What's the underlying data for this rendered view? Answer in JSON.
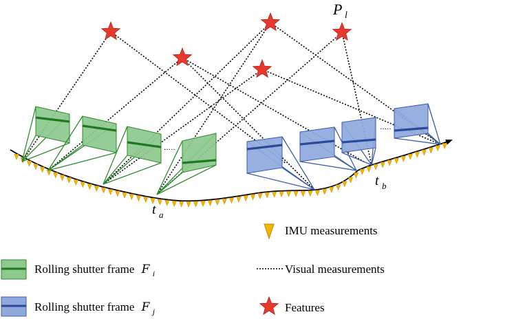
{
  "colors": {
    "green_fill": "#8dc88d",
    "green_edge": "#2e8b2e",
    "green_line": "#1f7a1f",
    "blue_fill": "#8fa9dc",
    "blue_edge": "#3b5ca8",
    "blue_line": "#2a4a9a",
    "feature": "#e8392f",
    "imu": "#f5b400",
    "trajectory": "#000000",
    "visual_line": "#000000"
  },
  "annotations": {
    "landmark_label": "P",
    "landmark_sub": "l",
    "time_a": "t",
    "time_a_sub": "a",
    "time_b": "t",
    "time_b_sub": "b",
    "ellipsis_green": "·····",
    "ellipsis_blue": "·····"
  },
  "legend": {
    "imu": "IMU measurements",
    "visual": "Visual measurements",
    "features": "Features",
    "rs_frame_i_text": "Rolling shutter frame",
    "rs_frame_i_symbol": "F",
    "rs_frame_i_sub": "i",
    "rs_frame_j_text": "Rolling shutter frame",
    "rs_frame_j_symbol": "F",
    "rs_frame_j_sub": "j"
  },
  "icons": {
    "feature": "red-star-icon",
    "imu": "orange-triangle-icon",
    "frame_i": "green-frame-icon",
    "frame_j": "blue-frame-icon"
  }
}
